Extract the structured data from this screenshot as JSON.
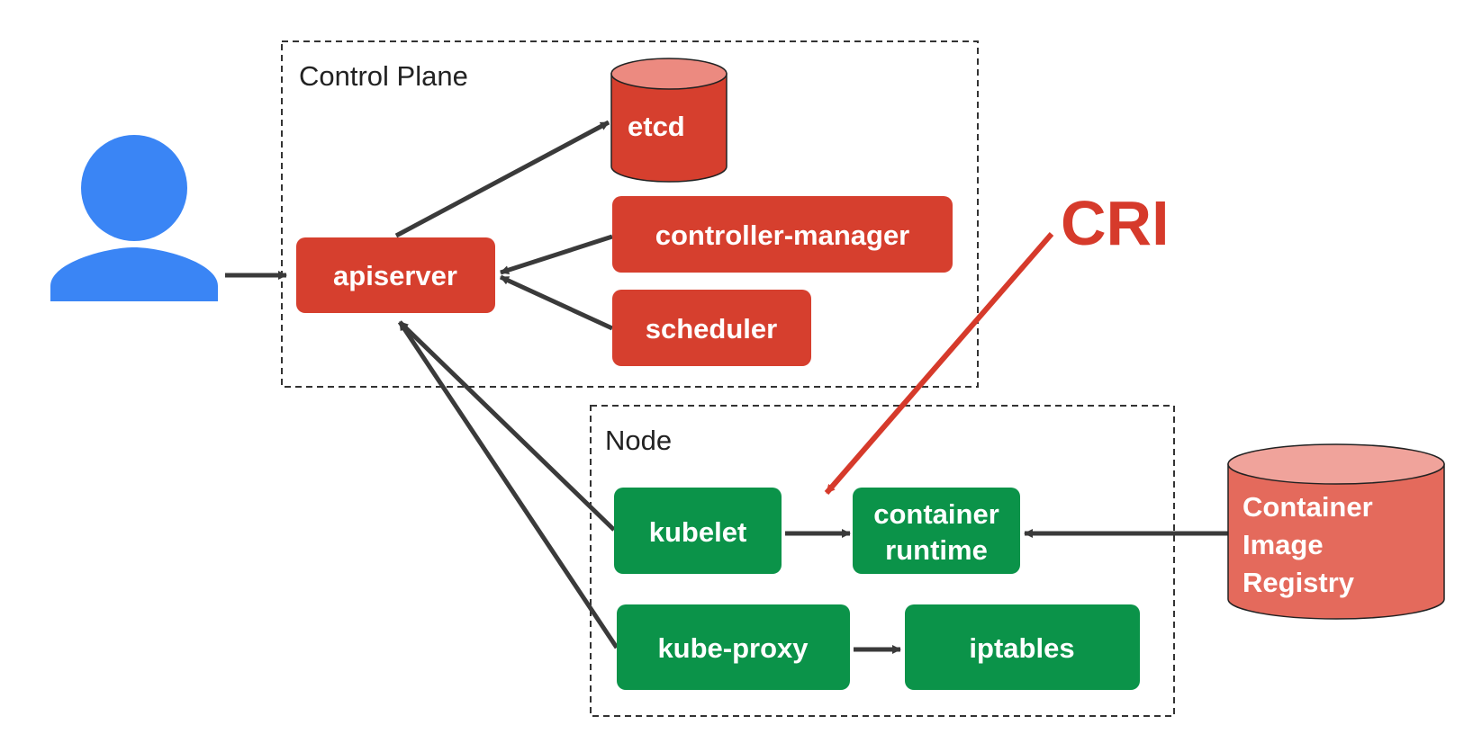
{
  "groups": {
    "control_plane": {
      "label": "Control Plane"
    },
    "node": {
      "label": "Node"
    }
  },
  "components": {
    "etcd": "etcd",
    "apiserver": "apiserver",
    "controller_manager": "controller-manager",
    "scheduler": "scheduler",
    "kubelet": "kubelet",
    "container_runtime": [
      "container",
      "runtime"
    ],
    "kube_proxy": "kube-proxy",
    "iptables": "iptables",
    "image_registry": [
      "Container",
      "Image",
      "Registry"
    ]
  },
  "annotation": {
    "cri": "CRI"
  },
  "colors": {
    "control_plane_red": "#d63f2e",
    "etcd_top": "#ec8a80",
    "registry_body": "#e46a5c",
    "registry_top": "#f0a39b",
    "node_green": "#0b9349",
    "user_blue": "#3a85f5",
    "arrow_gray": "#3a3a3a",
    "cri_red": "#d63a2b"
  },
  "icons": {
    "user": "user-person-icon"
  }
}
